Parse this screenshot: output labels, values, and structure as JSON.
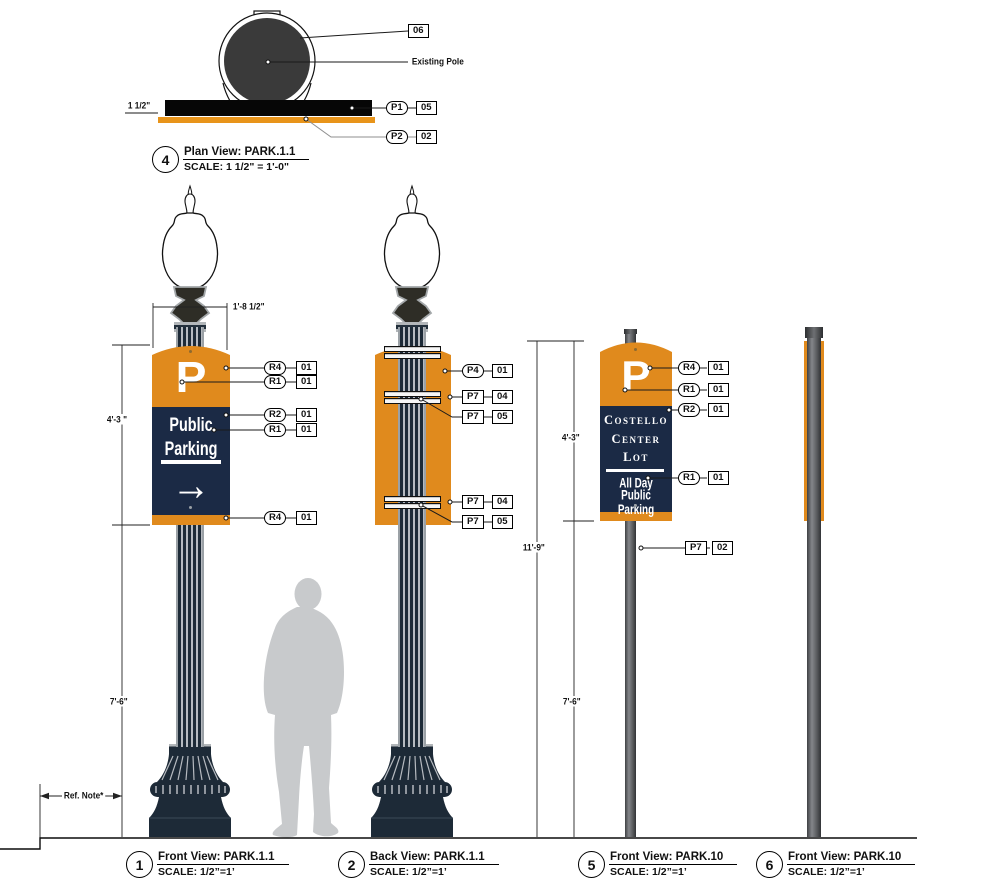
{
  "colors": {
    "orange": "#E08A1D",
    "navy": "#1B2A45",
    "pole_dark": "#1D2A37",
    "pole_gray": "#5A5C5F",
    "silhouette": "#C8CACC"
  },
  "plan_view": {
    "thickness_dim": "1 1/2\"",
    "existing_pole_label": "Existing Pole",
    "callout_06": "06",
    "p1_code": "P1",
    "p1_num": "05",
    "p2_code": "P2",
    "p2_num": "02",
    "label": {
      "number": "4",
      "title": "Plan View: PARK.1.1",
      "scale": "SCALE: 1 1/2\" = 1'-0\""
    }
  },
  "front_view_1": {
    "sign": {
      "p": "P",
      "line1": "Public",
      "line2": "Parking",
      "arrow": "→"
    },
    "callouts": [
      {
        "code": "R4",
        "num": "01"
      },
      {
        "code": "R1",
        "num": "01"
      },
      {
        "code": "R2",
        "num": "01"
      },
      {
        "code": "R1",
        "num": "01"
      },
      {
        "code": "R4",
        "num": "01"
      }
    ],
    "dims": {
      "sign_width": "1'-8 1/2\"",
      "sign_height": "4'-3 \"",
      "pole_height": "7'-6\"",
      "ref_note": "Ref. Note*"
    },
    "label": {
      "number": "1",
      "title": "Front View: PARK.1.1",
      "scale": "SCALE: 1/2”=1’"
    }
  },
  "back_view": {
    "callouts": [
      {
        "code": "P4",
        "num": "01"
      },
      {
        "code": "P7",
        "num": "04"
      },
      {
        "code": "P7",
        "num": "05"
      },
      {
        "code": "P7",
        "num": "04"
      },
      {
        "code": "P7",
        "num": "05"
      }
    ],
    "label": {
      "number": "2",
      "title": "Back View: PARK.1.1",
      "scale": "SCALE: 1/2”=1’"
    }
  },
  "front_view_5": {
    "sign": {
      "p": "P",
      "line1": "Costello",
      "line2": "Center",
      "line3": "Lot",
      "sub1": "All Day",
      "sub2": "Public Parking"
    },
    "callouts": [
      {
        "code": "R4",
        "num": "01"
      },
      {
        "code": "R1",
        "num": "01"
      },
      {
        "code": "R2",
        "num": "01"
      },
      {
        "code": "R1",
        "num": "01"
      },
      {
        "code": "P7",
        "num": "02"
      }
    ],
    "dims": {
      "total_height": "11'-9\"",
      "sign_height": "4'-3\"",
      "pole_height": "7'-6\""
    },
    "label": {
      "number": "5",
      "title": "Front View: PARK.10",
      "scale": "SCALE: 1/2”=1’"
    }
  },
  "side_view_6": {
    "label": {
      "number": "6",
      "title": "Front View: PARK.10",
      "scale": "SCALE: 1/2”=1’"
    }
  }
}
